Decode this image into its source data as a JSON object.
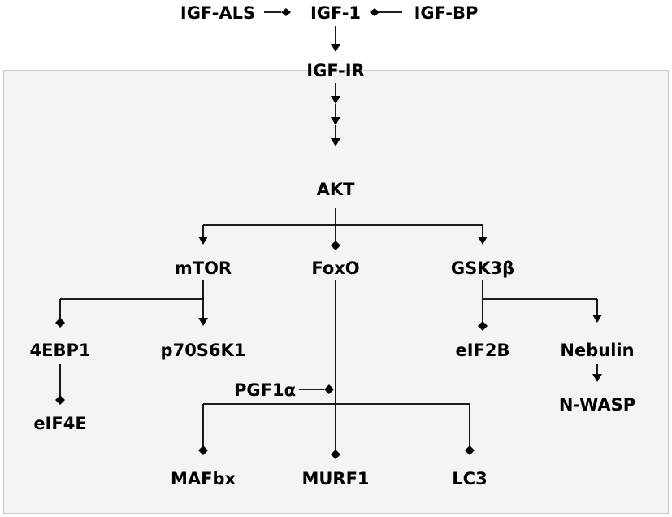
{
  "colors": {
    "panel": "#f4f4f4",
    "panel_border": "#c9c9c9",
    "ink": "#000000"
  },
  "nodes": {
    "igf_als": "IGF-ALS",
    "igf1": "IGF-1",
    "igf_bp": "IGF-BP",
    "igf_ir": "IGF-IR",
    "akt": "AKT",
    "mtor": "mTOR",
    "foxo": "FoxO",
    "gsk3b": "GSK3β",
    "ebp1": "4EBP1",
    "p70s6k1": "p70S6K1",
    "eif2b": "eIF2B",
    "nebulin": "Nebulin",
    "eif4e": "eIF4E",
    "pgf1a": "PGF1α",
    "nwasp": "N-WASP",
    "mafbx": "MAFbx",
    "murf1": "MURF1",
    "lc3": "LC3"
  },
  "edges": [
    {
      "from": "IGF-ALS",
      "to": "IGF-1",
      "type": "inhibit"
    },
    {
      "from": "IGF-BP",
      "to": "IGF-1",
      "type": "inhibit"
    },
    {
      "from": "IGF-1",
      "to": "IGF-IR",
      "type": "activate"
    },
    {
      "from": "IGF-IR",
      "to": "AKT",
      "type": "activate"
    },
    {
      "from": "AKT",
      "to": "mTOR",
      "type": "activate"
    },
    {
      "from": "AKT",
      "to": "FoxO",
      "type": "inhibit"
    },
    {
      "from": "AKT",
      "to": "GSK3β",
      "type": "activate"
    },
    {
      "from": "mTOR",
      "to": "4EBP1",
      "type": "inhibit"
    },
    {
      "from": "mTOR",
      "to": "p70S6K1",
      "type": "activate"
    },
    {
      "from": "4EBP1",
      "to": "eIF4E",
      "type": "inhibit"
    },
    {
      "from": "GSK3β",
      "to": "eIF2B",
      "type": "inhibit"
    },
    {
      "from": "GSK3β",
      "to": "Nebulin",
      "type": "activate"
    },
    {
      "from": "Nebulin",
      "to": "N-WASP",
      "type": "activate"
    },
    {
      "from": "PGF1α",
      "to": "FoxO",
      "type": "inhibit"
    },
    {
      "from": "FoxO",
      "to": "MAFbx",
      "type": "inhibit"
    },
    {
      "from": "FoxO",
      "to": "MURF1",
      "type": "inhibit"
    },
    {
      "from": "FoxO",
      "to": "LC3",
      "type": "inhibit"
    }
  ]
}
